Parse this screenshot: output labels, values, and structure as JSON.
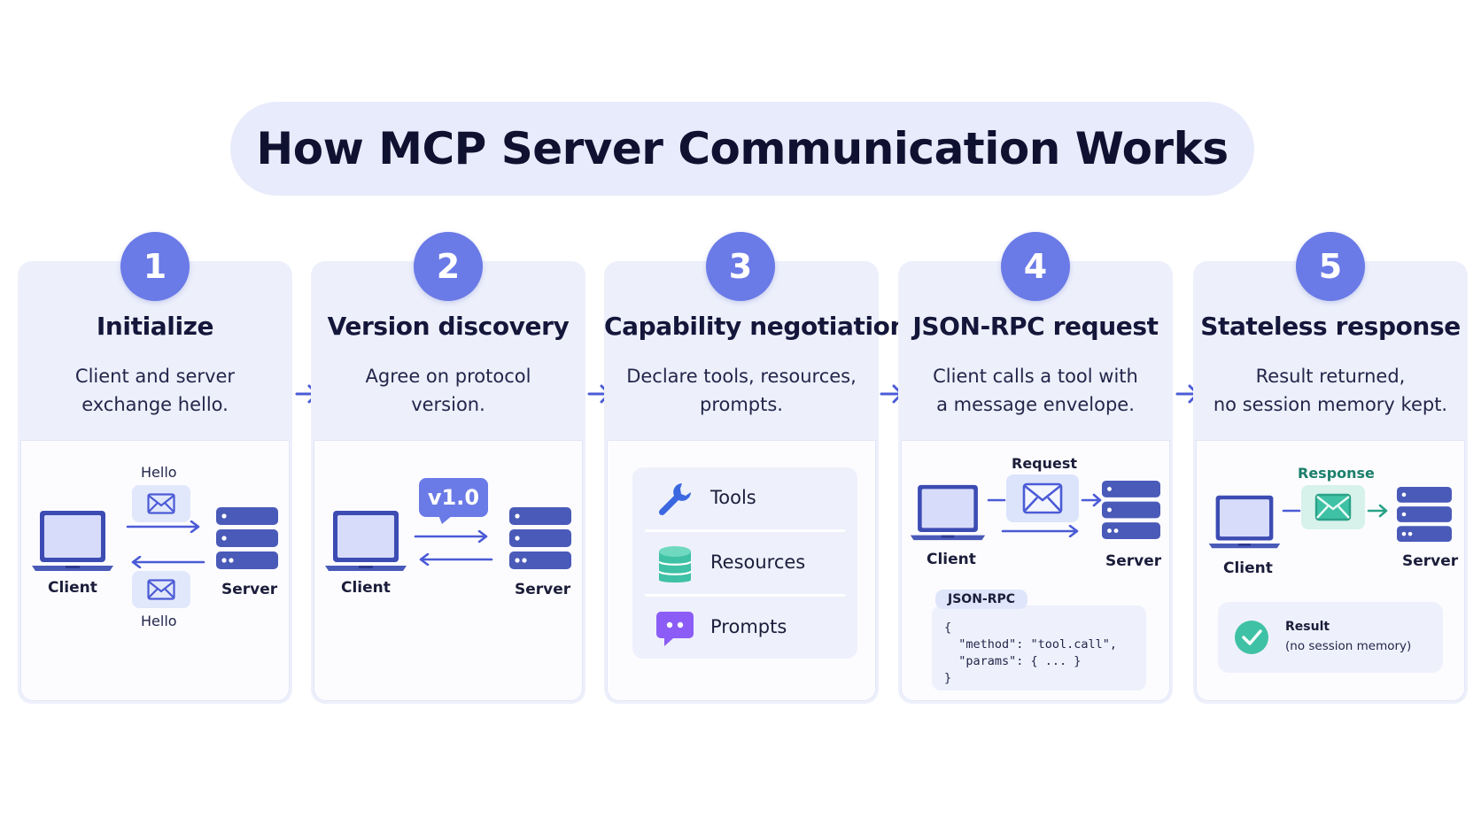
{
  "title": "How MCP Server Communication Works",
  "colors": {
    "accent": "#6a7ae6",
    "arrow": "#4b5bd6",
    "server": "#4a5ab8",
    "laptop_frame": "#3d4cb3",
    "laptop_screen": "#d7dcfa",
    "card_bg": "#edf0fb",
    "title_bg": "#e8ebfb",
    "success": "#3fc1a5",
    "tools": "#3b68e0",
    "resources": "#3fc1a5",
    "prompts": "#8b5cf6"
  },
  "steps": [
    {
      "number": "1",
      "title": "Initialize",
      "description": [
        "Client and server",
        "exchange hello."
      ],
      "client_label": "Client",
      "server_label": "Server",
      "top_message": "Hello",
      "bottom_message": "Hello"
    },
    {
      "number": "2",
      "title": "Version discovery",
      "description": [
        "Agree on protocol",
        "version."
      ],
      "client_label": "Client",
      "server_label": "Server",
      "version": "v1.0"
    },
    {
      "number": "3",
      "title": "Capability negotiation",
      "description": [
        "Declare tools, resources,",
        "prompts."
      ],
      "capabilities": [
        {
          "label": "Tools",
          "icon": "wrench-icon"
        },
        {
          "label": "Resources",
          "icon": "database-icon"
        },
        {
          "label": "Prompts",
          "icon": "chat-bubble-icon"
        }
      ]
    },
    {
      "number": "4",
      "title": "JSON-RPC request",
      "description": [
        "Client calls a tool with",
        "a message envelope."
      ],
      "client_label": "Client",
      "server_label": "Server",
      "message_label": "Request",
      "code_tag": "JSON-RPC",
      "code_lines": [
        "{",
        "  \"method\": \"tool.call\",",
        "  \"params\": { ... }",
        "}"
      ]
    },
    {
      "number": "5",
      "title": "Stateless response",
      "description": [
        "Result returned,",
        "no session memory kept."
      ],
      "client_label": "Client",
      "server_label": "Server",
      "message_label": "Response",
      "result_title": "Result",
      "result_note": "(no session memory)"
    }
  ]
}
